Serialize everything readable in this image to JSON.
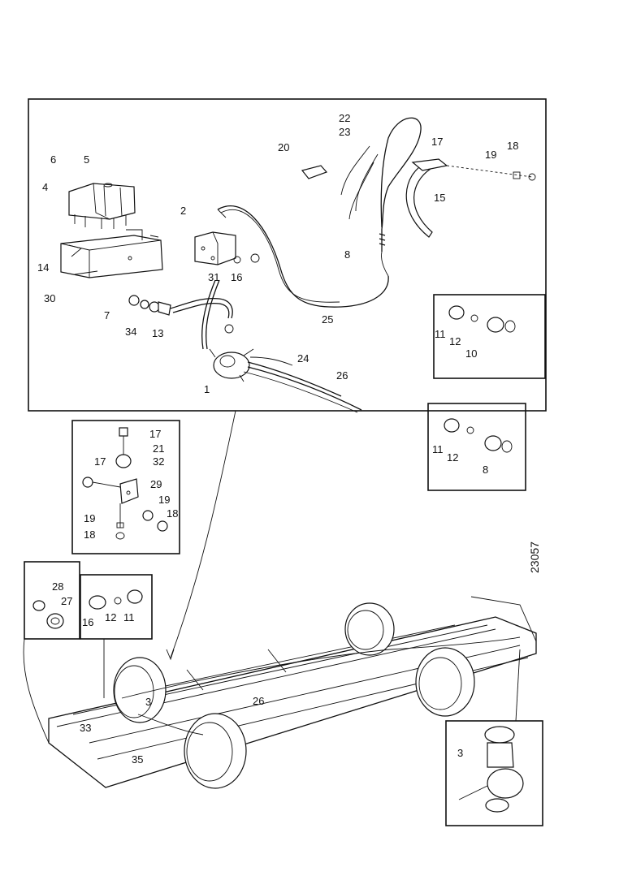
{
  "figure_code": "23057",
  "labels": {
    "l1": "1",
    "l2": "2",
    "l3a": "3",
    "l3b": "3",
    "l4": "4",
    "l5": "5",
    "l6": "6",
    "l7": "7",
    "l8a": "8",
    "l8b": "8",
    "l10": "10",
    "l11a": "11",
    "l11b": "11",
    "l11c": "11",
    "l12a": "12",
    "l12b": "12",
    "l12c": "12",
    "l13": "13",
    "l14": "14",
    "l15": "15",
    "l16a": "16",
    "l16b": "16",
    "l17a": "17",
    "l17b": "17",
    "l17c": "17",
    "l18a": "18",
    "l18b": "18",
    "l18c": "18",
    "l19a": "19",
    "l19b": "19",
    "l19c": "19",
    "l20": "20",
    "l21": "21",
    "l22": "22",
    "l23": "23",
    "l24": "24",
    "l26a": "26",
    "l26b": "26",
    "l25": "25",
    "l27": "27",
    "l28": "28",
    "l29": "29",
    "l30": "30",
    "l31": "31",
    "l32": "32",
    "l33": "33",
    "l34": "34",
    "l35": "35"
  }
}
